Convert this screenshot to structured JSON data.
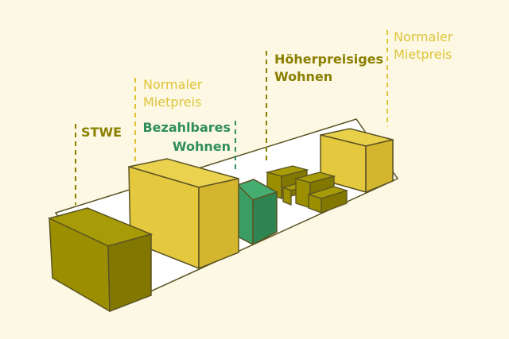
{
  "colors": {
    "background": "#fdf8e4",
    "olive": "#9b8f00",
    "olive_dark": "#7f7600",
    "yellow": "#e4c83e",
    "yellow_dark": "#d4b52e",
    "green": "#3a9e64",
    "green_dark": "#2e8552",
    "label_olive": "#8a7f00",
    "label_yellow": "#ddc437",
    "label_green": "#2f8f58",
    "outline": "#5b5424"
  },
  "labels": {
    "stwe": "STWE",
    "normal_left_line1": "Normaler",
    "normal_left_line2": "Mietpreis",
    "affordable_line1": "Bezahlbares",
    "affordable_line2": "Wohnen",
    "premium_line1": "Höherpreisiges",
    "premium_line2": "Wohnen",
    "normal_right_line1": "Normaler",
    "normal_right_line2": "Mietpreis"
  }
}
